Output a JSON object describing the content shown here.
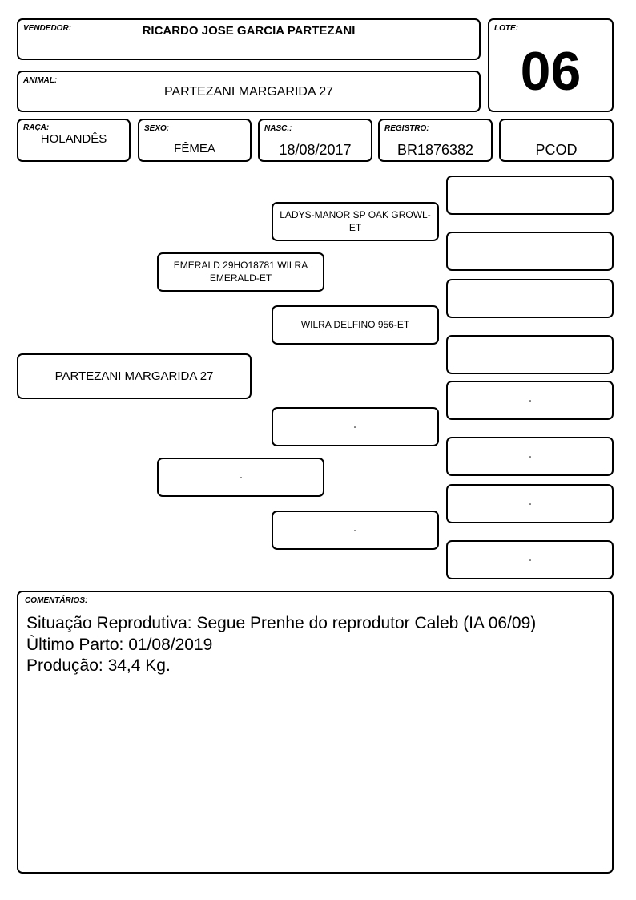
{
  "header": {
    "vendedor_label": "VENDEDOR:",
    "vendedor": "RICARDO JOSE GARCIA PARTEZANI",
    "lote_label": "LOTE:",
    "lote": "06",
    "animal_label": "ANIMAL:",
    "animal": "PARTEZANI MARGARIDA 27"
  },
  "info": {
    "raca_label": "RAÇA:",
    "raca": "HOLANDÊS",
    "sexo_label": "SEXO:",
    "sexo": "FÊMEA",
    "nasc_label": "NASC.:",
    "nasc": "18/08/2017",
    "registro_label": "REGISTRO:",
    "registro": "BR1876382",
    "categoria": "PCOD"
  },
  "pedigree": {
    "animal": "PARTEZANI MARGARIDA 27",
    "sire": "EMERALD 29HO18781 WILRA EMERALD-ET",
    "sire_sire": "LADYS-MANOR SP OAK GROWL-ET",
    "sire_dam": "WILRA DELFINO 956-ET",
    "dam": "-",
    "dam_sire": "-",
    "dam_dam": "-",
    "gen4": [
      "",
      "",
      "",
      "",
      "-",
      "-",
      "-",
      "-"
    ]
  },
  "comments": {
    "label": "COMENTÁRIOS:",
    "text": "Situação Reprodutiva: Segue Prenhe do reprodutor Caleb (IA 06/09)\nÙltimo Parto: 01/08/2019\nProdução: 34,4 Kg."
  }
}
